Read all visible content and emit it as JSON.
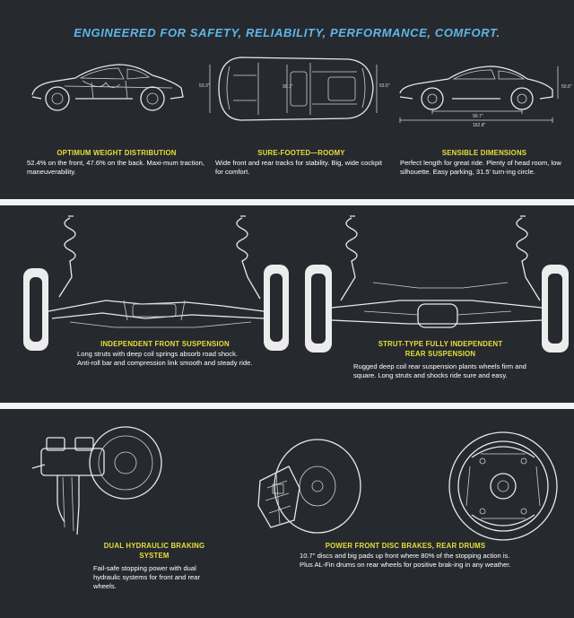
{
  "headline": "ENGINEERED FOR SAFETY, RELIABILITY, PERFORMANCE, COMFORT.",
  "top": {
    "dims": {
      "front_track": "53.3\"",
      "wheelbase_center": "90.7\"",
      "rear_track": "53.5\"",
      "height": "50.6\"",
      "wheelbase": "90.7\"",
      "length": "162.8\""
    },
    "features": [
      {
        "title": "OPTIMUM WEIGHT DISTRIBUTION",
        "body": "52.4% on the front, 47.6% on the back. Maxi-mum traction, maneuverability."
      },
      {
        "title": "SURE-FOOTED—ROOMY",
        "body": "Wide front and rear tracks for stability. Big, wide cockpit for comfort."
      },
      {
        "title": "SENSIBLE DIMENSIONS",
        "body": "Perfect length for great ride. Plenty of head room, low silhouette. Easy parking, 31.5' turn-ing circle."
      }
    ]
  },
  "suspension": {
    "front": {
      "title": "INDEPENDENT FRONT SUSPENSION",
      "body": "Long struts with deep coil springs absorb road shock. Anti-roll bar and compression link smooth and steady ride."
    },
    "rear": {
      "title_line1": "STRUT-TYPE FULLY INDEPENDENT",
      "title_line2": "REAR SUSPENSION",
      "body": "Rugged deep coil rear suspension plants wheels firm and square. Long struts and shocks ride sure and easy."
    }
  },
  "brakes": {
    "hydraulic": {
      "title_line1": "DUAL HYDRAULIC BRAKING",
      "title_line2": "SYSTEM",
      "body": "Fail-safe stopping power with dual hydraulic systems for front and rear wheels."
    },
    "disc": {
      "title": "POWER FRONT DISC BRAKES, REAR DRUMS",
      "body": "10.7\" discs and big pads up front where 80% of the stopping action is. Plus AL-Fin drums on rear wheels for positive brak-ing in any weather."
    }
  },
  "colors": {
    "panel": "#262a2f",
    "headline": "#5fb6e8",
    "title": "#e9df3a",
    "text": "#ffffff",
    "background": "#f4f4f2"
  }
}
